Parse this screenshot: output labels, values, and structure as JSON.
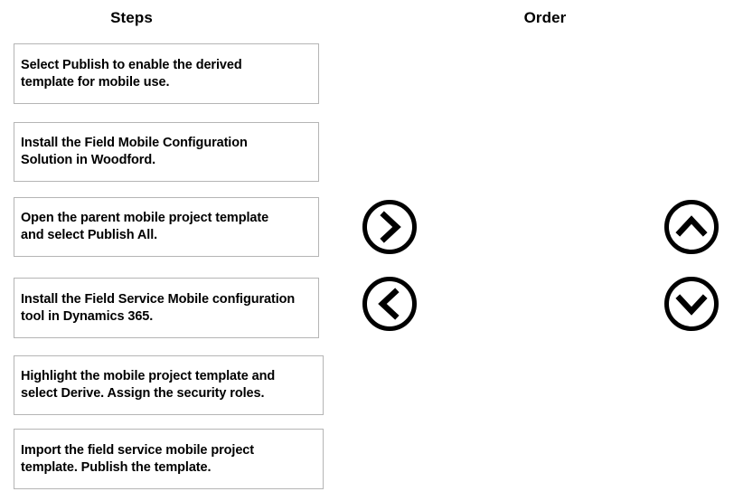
{
  "columns": {
    "steps_header": "Steps",
    "order_header": "Order"
  },
  "steps": [
    {
      "id": "step-1",
      "text": "Select Publish to enable the derived\ntemplate for mobile use."
    },
    {
      "id": "step-2",
      "text": "Install the Field Mobile Configuration\nSolution in Woodford."
    },
    {
      "id": "step-3",
      "text": "Open the parent mobile project template\nand select Publish All."
    },
    {
      "id": "step-4",
      "text": "Install the Field Service Mobile configuration\n tool in Dynamics 365."
    },
    {
      "id": "step-5",
      "text": "Highlight the mobile project template and\nselect Derive. Assign the security roles."
    },
    {
      "id": "step-6",
      "text": "Import the field service mobile project\ntemplate. Publish the template."
    }
  ],
  "order_items": [],
  "controls": [
    {
      "id": "move-right",
      "icon": "chevron-right-circle-icon",
      "label": "Move selected step to Order"
    },
    {
      "id": "move-left",
      "icon": "chevron-left-circle-icon",
      "label": "Move selected item back to Steps"
    },
    {
      "id": "move-up",
      "icon": "chevron-up-circle-icon",
      "label": "Move item up in Order"
    },
    {
      "id": "move-down",
      "icon": "chevron-down-circle-icon",
      "label": "Move item down in Order"
    }
  ],
  "colors": {
    "background": "#ffffff",
    "box_border": "#b5b5b5",
    "text": "#000000",
    "icon_stroke": "#000000"
  }
}
